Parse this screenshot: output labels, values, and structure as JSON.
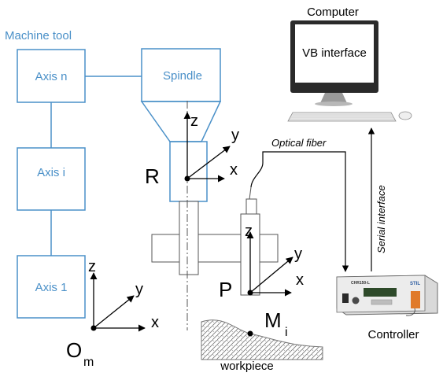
{
  "machine_tool": {
    "title": "Machine tool",
    "axis_n": "Axis n",
    "axis_i": "Axis i",
    "axis_1": "Axis 1",
    "spindle": "Spindle"
  },
  "computer": {
    "label": "Computer",
    "screen_text": "VB interface"
  },
  "links": {
    "optical_fiber": "Optical fiber",
    "serial_interface": "Serial interface"
  },
  "controller": {
    "label": "Controller",
    "model_text": "CHR150-L",
    "brand_text": "STIL"
  },
  "frames": {
    "origin_main": "O",
    "origin_sub": "m",
    "spindle_point": "R",
    "probe_point": "P",
    "point_label": "M",
    "point_sub": "i",
    "x": "x",
    "y": "y",
    "z": "z"
  },
  "workpiece": {
    "label": "workpiece"
  },
  "colors": {
    "machine_blue": "#4a90c8",
    "controller_body": "#e8e8e8",
    "display_green": "#2e4a2a"
  }
}
